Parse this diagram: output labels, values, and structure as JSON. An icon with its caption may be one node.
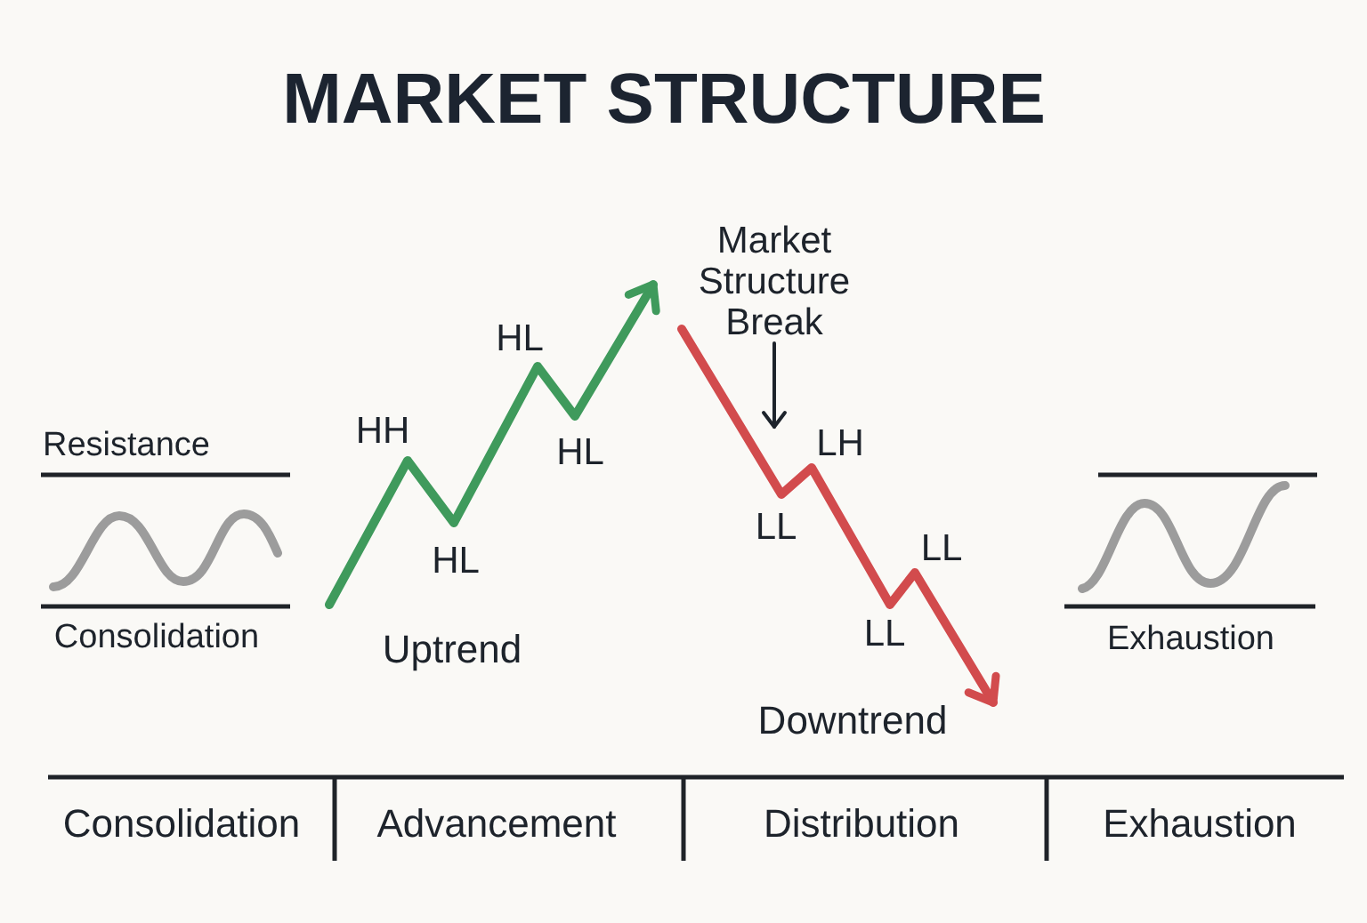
{
  "diagram": {
    "title": "MARKET STRUCTURE",
    "nodes": [
      {
        "text": [
          "Market Structure Break"
        ]
      },
      {
        "text": [],
        "shape": "arrow"
      }
    ],
    "edges": [
      {
        "from": 0,
        "to": 1,
        "arrow": "to"
      }
    ],
    "labels": [
      "Resistance",
      "Consolidation",
      "HH",
      "HL",
      "HL",
      "HL",
      "Uptrend",
      "LH",
      "LL",
      "LL",
      "LL",
      "Downtrend",
      "Exhaustion",
      "Consolidation",
      "Advancement",
      "Distribution",
      "Exhaustion"
    ]
  }
}
